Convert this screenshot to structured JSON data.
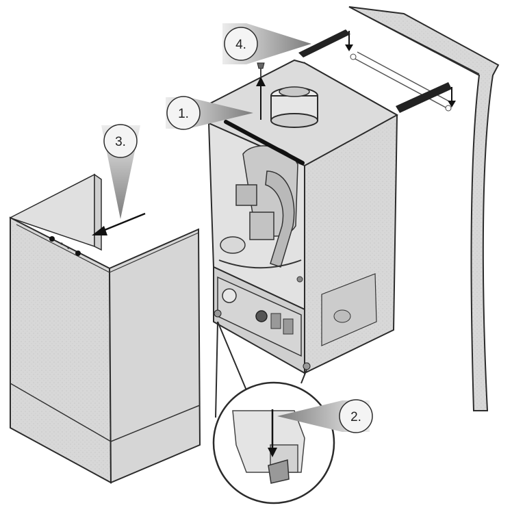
{
  "steps": [
    {
      "id": 1,
      "label": "1."
    },
    {
      "id": 2,
      "label": "2."
    },
    {
      "id": 3,
      "label": "3."
    },
    {
      "id": 4,
      "label": "4."
    }
  ],
  "colors": {
    "panel": "#d9d9d9",
    "panel_dark": "#c4c4c4",
    "wall": "#d2d2d2",
    "line": "#2b2b2b",
    "pointer_light": "#e6e6e6",
    "pointer_dark": "#8a8a8a",
    "step_circle": "#f4f4f4"
  }
}
